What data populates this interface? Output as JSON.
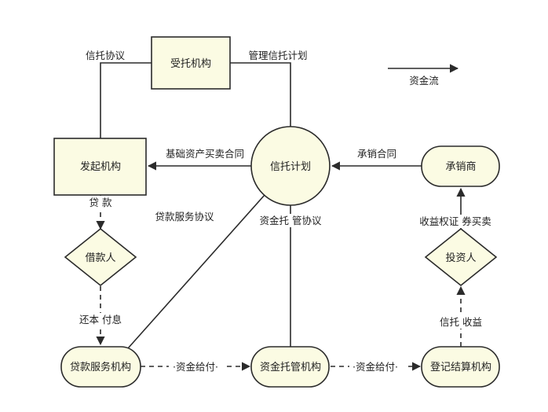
{
  "nodes": {
    "trustee": "受托机构",
    "originator": "发起机构",
    "trust_plan": "信托计划",
    "underwriter": "承销商",
    "borrower": "借款人",
    "investor": "投资人",
    "servicer": "贷款服务机构",
    "custodian": "资金托管机构",
    "registrar": "登记结算机构"
  },
  "labels": {
    "trust_agreement": "信托协议",
    "manage_trust_plan": "管理信托计划",
    "asset_sale_contract": "基础资产买卖合同",
    "underwriting_contract": "承销合同",
    "loan": "贷 款",
    "loan_service_agreement": "贷款服务协议",
    "fund_custody_agreement": "资金托  管协议",
    "repayment": "还本  付息",
    "fund_payment_1": "·资金给付·",
    "fund_payment_2": "·资金给付·",
    "trust_income": "信托  收益",
    "beneficiary_cert": "收益权证  券买卖"
  },
  "legend": {
    "fund_flow": "资金流"
  }
}
